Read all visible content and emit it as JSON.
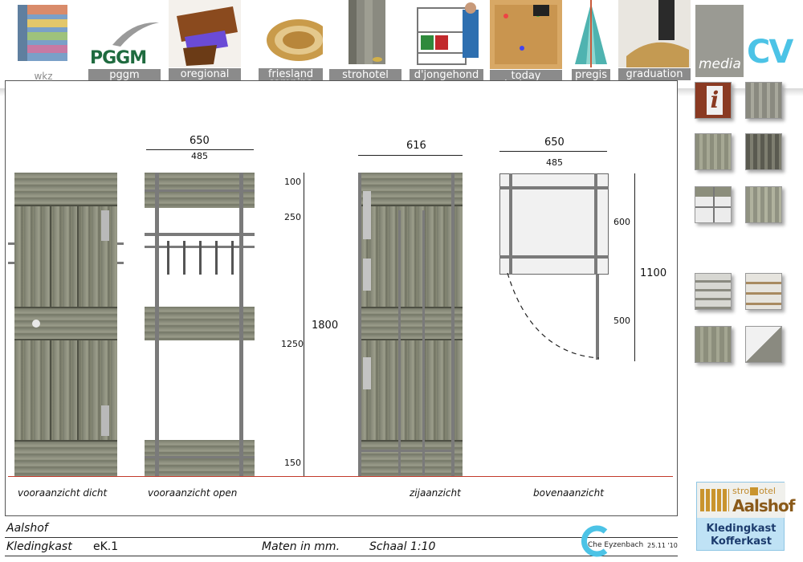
{
  "nav": {
    "items": [
      {
        "label": "wkz"
      },
      {
        "label": "pggm"
      },
      {
        "label": "oregional"
      },
      {
        "label_line1": "friesland",
        "label_line2": "campina"
      },
      {
        "label": "strohotel"
      },
      {
        "label": "d'jongehond"
      },
      {
        "label_line1": "today",
        "label_line2": "designers"
      },
      {
        "label": "pregis"
      },
      {
        "label": "graduation"
      }
    ],
    "media_label": "media",
    "cv_label": "CV",
    "pggm_logo_text": "PGGM"
  },
  "drawing": {
    "dims": {
      "front_open_outer": "650",
      "front_open_inner": "485",
      "height_top": "100",
      "height_second": "250",
      "height_total": "1800",
      "height_middle": "1250",
      "height_bottom": "150",
      "side_width": "616",
      "top_outer": "650",
      "top_inner": "485",
      "top_depth": "600",
      "top_total": "1100",
      "top_door": "500"
    },
    "captions": {
      "front_closed": "vooraanzicht  dicht",
      "front_open": "vooraanzicht  open",
      "side": "zijaanzicht",
      "top": "bovenaanzicht"
    }
  },
  "titleblock": {
    "project": "Aalshof",
    "item": "Kledingkast",
    "code": "eK.1",
    "units": "Maten in mm.",
    "scale": "Schaal 1:10",
    "designer": "Che Eyzenbach",
    "date": "25.11 '10"
  },
  "logo": {
    "stro": "stro",
    "hotel": "otel",
    "name": "Aalshof",
    "line1": "Kledingkast",
    "line2": "Kofferkast"
  },
  "colors": {
    "nav_label_bg": "#8b8b8b",
    "cv_accent": "#4cc3e6",
    "base_line": "#c23a2a"
  }
}
